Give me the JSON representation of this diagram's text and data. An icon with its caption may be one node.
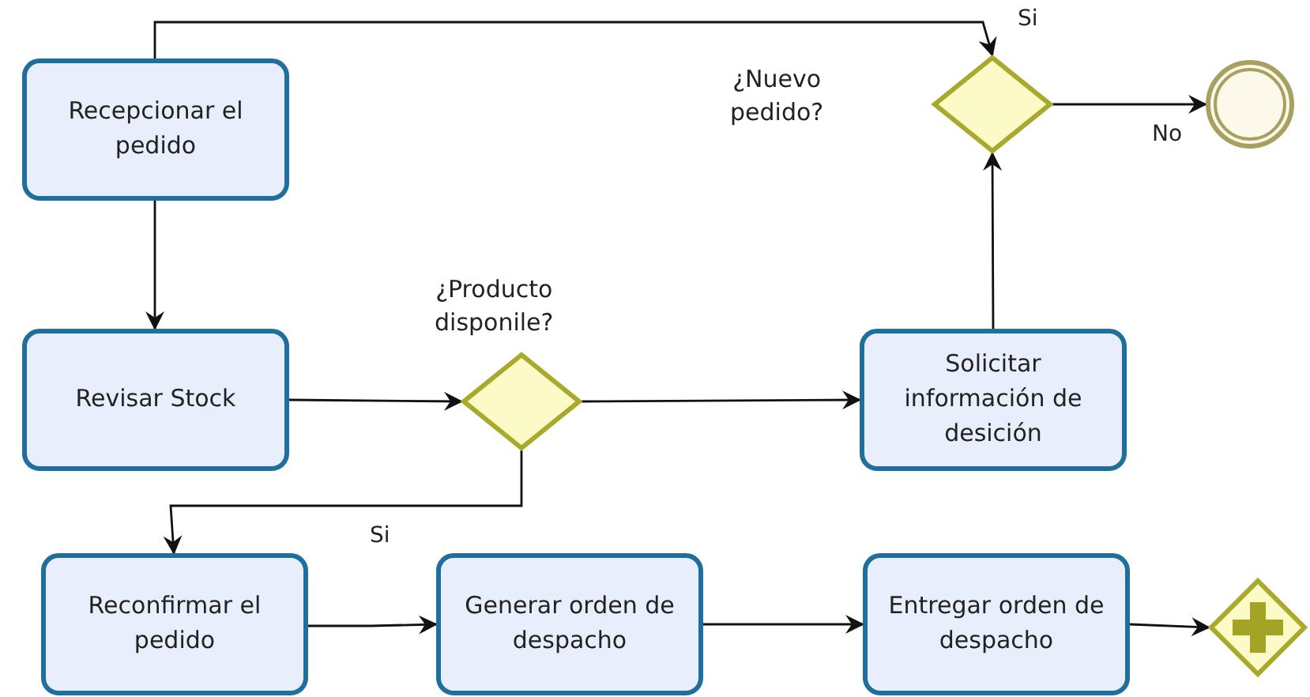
{
  "diagram": {
    "nodes": [
      {
        "text": [
          "Recepcionar el pedido"
        ]
      },
      {
        "text": [
          "Revisar Stock"
        ]
      },
      {
        "text": [
          "¿Producto disponile?"
        ]
      },
      {
        "text": [
          "Solicitar información de desición"
        ]
      },
      {
        "text": [
          "¿Nuevo pedido?"
        ]
      },
      {
        "text": [],
        "shape": "circle"
      },
      {
        "text": [
          "Reconfirmar el pedido"
        ]
      },
      {
        "text": [
          "Generar orden de despacho"
        ]
      },
      {
        "text": [
          "Entregar orden de despacho"
        ]
      },
      {
        "text": [],
        "shape": "diamond"
      }
    ],
    "edges": [
      {
        "from": 0,
        "to": 1,
        "arrow": "to"
      },
      {
        "from": 0,
        "to": 4,
        "arrow": "to",
        "label": "Si"
      },
      {
        "from": 1,
        "to": 2,
        "arrow": "to"
      },
      {
        "from": 2,
        "to": 3,
        "arrow": "to"
      },
      {
        "from": 2,
        "to": 6,
        "arrow": "to",
        "label": "Si"
      },
      {
        "from": 3,
        "to": 4,
        "arrow": "to"
      },
      {
        "from": 4,
        "to": 5,
        "arrow": "to",
        "label": "No"
      },
      {
        "from": 6,
        "to": 7,
        "arrow": "to"
      },
      {
        "from": 7,
        "to": 8,
        "arrow": "to"
      },
      {
        "from": 8,
        "to": 9,
        "arrow": "to"
      }
    ]
  }
}
